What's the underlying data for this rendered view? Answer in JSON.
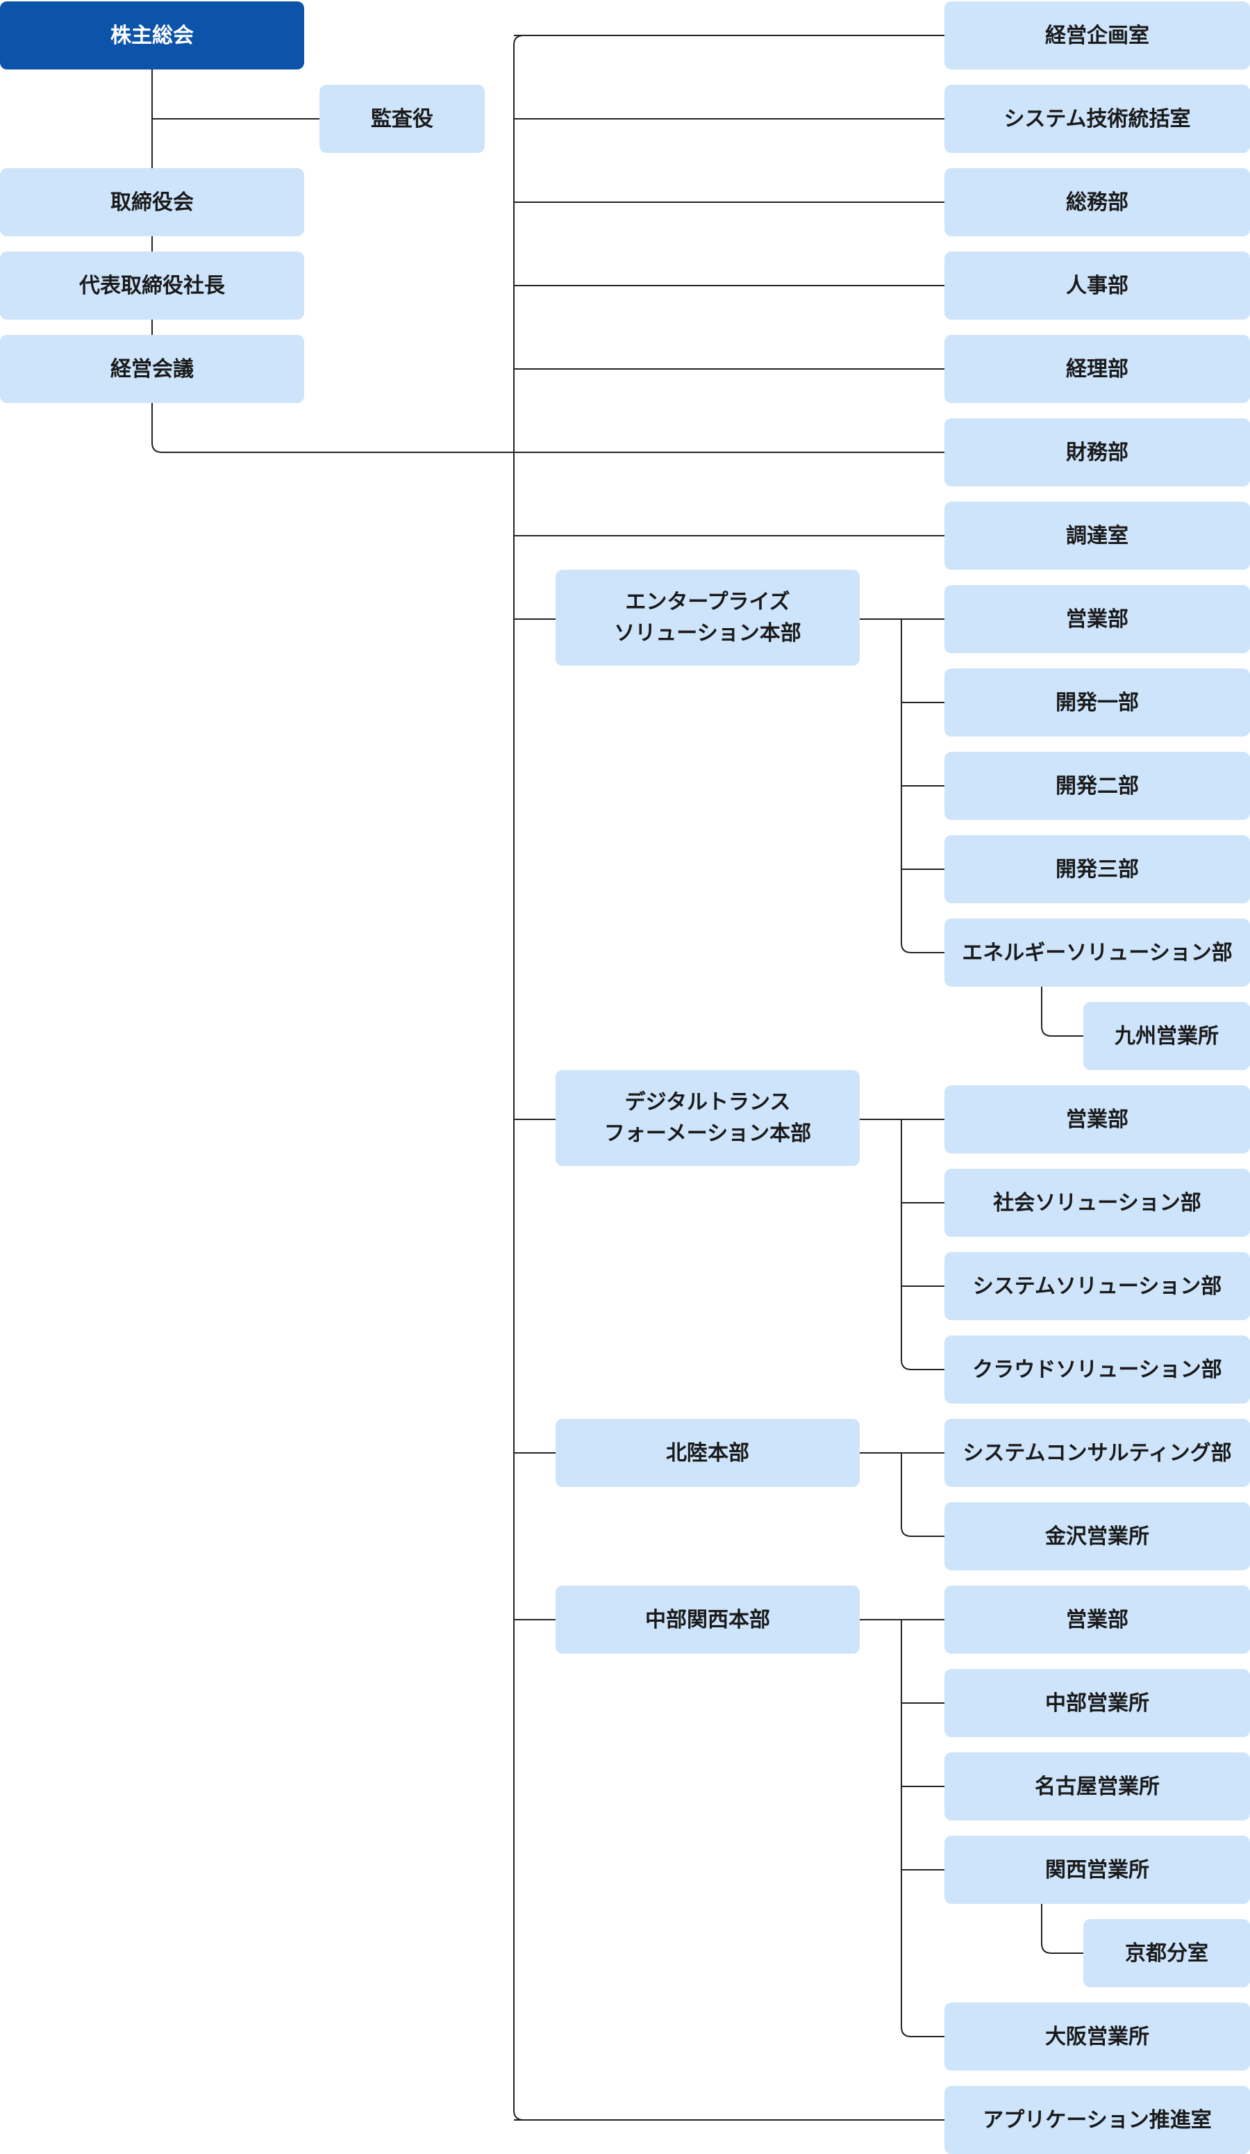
{
  "colors": {
    "node_fill": "#cde4fb",
    "root_fill": "#0b54aa",
    "root_text": "#ffffff",
    "line": "#222222"
  },
  "org": {
    "shareholders": "株主総会",
    "auditor": "監査役",
    "board": "取締役会",
    "president": "代表取締役社長",
    "management_meeting": "経営会議",
    "staff": [
      {
        "id": "corporate-planning",
        "label": "経営企画室"
      },
      {
        "id": "system-tech",
        "label": "システム技術統括室"
      },
      {
        "id": "general-affairs",
        "label": "総務部"
      },
      {
        "id": "hr",
        "label": "人事部"
      },
      {
        "id": "accounting",
        "label": "経理部"
      },
      {
        "id": "finance",
        "label": "財務部"
      },
      {
        "id": "procurement",
        "label": "調達室"
      }
    ],
    "divisions": [
      {
        "id": "enterprise",
        "label": "エンタープライズ\nソリューション本部",
        "depts": [
          {
            "label": "営業部"
          },
          {
            "label": "開発一部"
          },
          {
            "label": "開発二部"
          },
          {
            "label": "開発三部"
          },
          {
            "label": "エネルギーソリューション部",
            "children": [
              {
                "label": "九州営業所"
              }
            ]
          }
        ]
      },
      {
        "id": "dx",
        "label": "デジタルトランス\nフォーメーション本部",
        "depts": [
          {
            "label": "営業部"
          },
          {
            "label": "社会ソリューション部"
          },
          {
            "label": "システムソリューション部"
          },
          {
            "label": "クラウドソリューション部"
          }
        ]
      },
      {
        "id": "hokuriku",
        "label": "北陸本部",
        "depts": [
          {
            "label": "システムコンサルティング部"
          },
          {
            "label": "金沢営業所"
          }
        ]
      },
      {
        "id": "chubu-kansai",
        "label": "中部関西本部",
        "depts": [
          {
            "label": "営業部"
          },
          {
            "label": "中部営業所"
          },
          {
            "label": "名古屋営業所"
          },
          {
            "label": "関西営業所",
            "children": [
              {
                "label": "京都分室"
              }
            ]
          },
          {
            "label": "大阪営業所"
          }
        ]
      }
    ],
    "app_promotion": "アプリケーション推進室"
  }
}
